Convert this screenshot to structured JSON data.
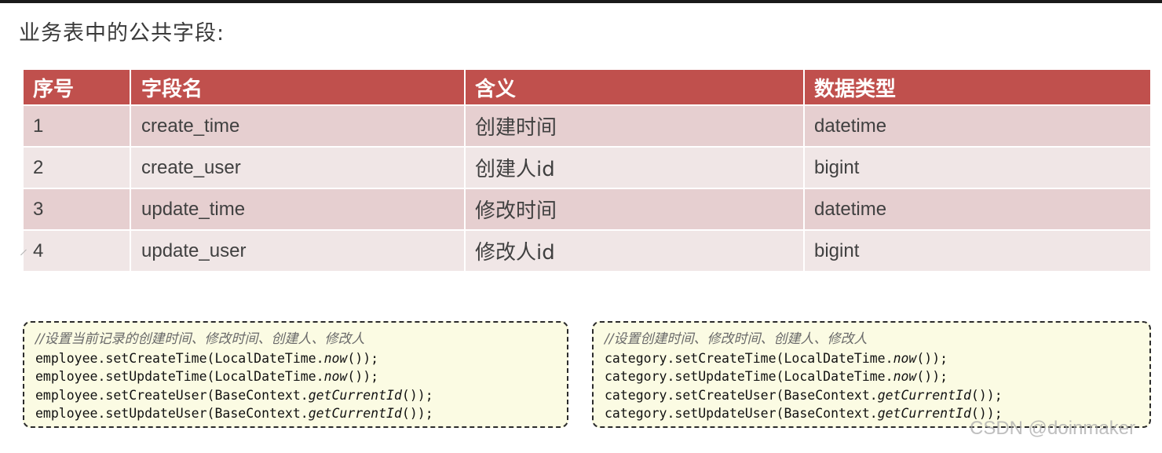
{
  "title": "业务表中的公共字段:",
  "table": {
    "headers": [
      "序号",
      "字段名",
      "含义",
      "数据类型"
    ],
    "rows": [
      {
        "no": "1",
        "field": "create_time",
        "meaning": "创建时间",
        "type": "datetime"
      },
      {
        "no": "2",
        "field": "create_user",
        "meaning": "创建人id",
        "type": "bigint"
      },
      {
        "no": "3",
        "field": "update_time",
        "meaning": "修改时间",
        "type": "datetime"
      },
      {
        "no": "4",
        "field": "update_user",
        "meaning": "修改人id",
        "type": "bigint"
      }
    ]
  },
  "code_left": {
    "comment": "//设置当前记录的创建时间、修改时间、创建人、修改人",
    "lines": [
      {
        "pre": "employee.setCreateTime(LocalDateTime.",
        "it": "now",
        "post": "());"
      },
      {
        "pre": "employee.setUpdateTime(LocalDateTime.",
        "it": "now",
        "post": "());"
      },
      {
        "pre": "employee.setCreateUser(BaseContext.",
        "it": "getCurrentId",
        "post": "());"
      },
      {
        "pre": "employee.setUpdateUser(BaseContext.",
        "it": "getCurrentId",
        "post": "());"
      }
    ]
  },
  "code_right": {
    "comment": "//设置创建时间、修改时间、创建人、修改人",
    "lines": [
      {
        "pre": "category.setCreateTime(LocalDateTime.",
        "it": "now",
        "post": "());"
      },
      {
        "pre": "category.setUpdateTime(LocalDateTime.",
        "it": "now",
        "post": "());"
      },
      {
        "pre": "category.setCreateUser(BaseContext.",
        "it": "getCurrentId",
        "post": "());"
      },
      {
        "pre": "category.setUpdateUser(BaseContext.",
        "it": "getCurrentId",
        "post": "());"
      }
    ]
  },
  "watermark": "CSDN @doinmaker"
}
